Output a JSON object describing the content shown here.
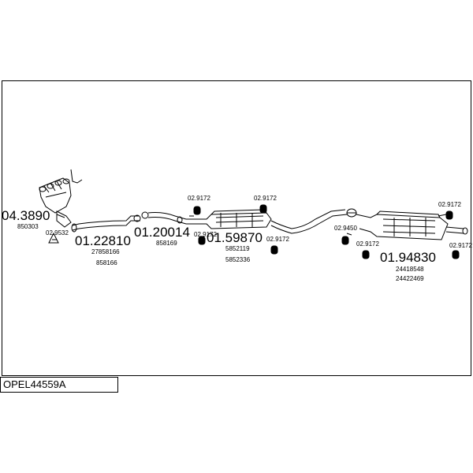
{
  "title": "OPEL44559A",
  "parts": {
    "manifold": {
      "code": "04.3890",
      "refs": [
        "850303"
      ]
    },
    "front_pipe": {
      "code": "01.22810",
      "refs": [
        "27858166",
        "858166"
      ]
    },
    "middle_pipe": {
      "code": "01.20014",
      "refs": [
        "858169"
      ]
    },
    "center_silencer": {
      "code": "01.59870",
      "refs": [
        "5852119",
        "5852336"
      ]
    },
    "rear_silencer": {
      "code": "01.94830",
      "refs": [
        "24418548",
        "24422469"
      ]
    }
  },
  "accessories": {
    "gasket": "02.9532",
    "hanger": "02.9172",
    "clamp": "02.9450"
  }
}
